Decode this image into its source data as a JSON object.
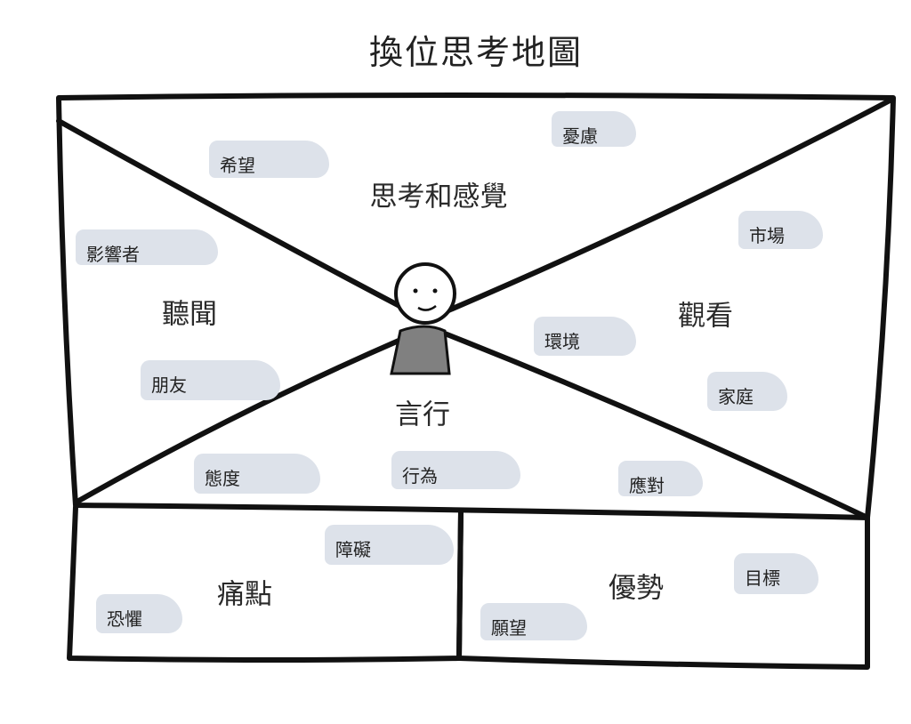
{
  "title": "換位思考地圖",
  "sections": {
    "think_feel": "思考和感覺",
    "hear": "聽聞",
    "see": "觀看",
    "say_do": "言行",
    "pain": "痛點",
    "gain": "優勢"
  },
  "tags": {
    "worries": "憂慮",
    "hopes": "希望",
    "influencers": "影響者",
    "market": "市場",
    "friends": "朋友",
    "environment": "環境",
    "family": "家庭",
    "attitude": "態度",
    "behavior": "行為",
    "response": "應對",
    "obstacles": "障礙",
    "fears": "恐懼",
    "goals": "目標",
    "wishes": "願望"
  },
  "colors": {
    "line": "#111111",
    "tag": "#dde2ea",
    "figure_body": "#808080"
  }
}
